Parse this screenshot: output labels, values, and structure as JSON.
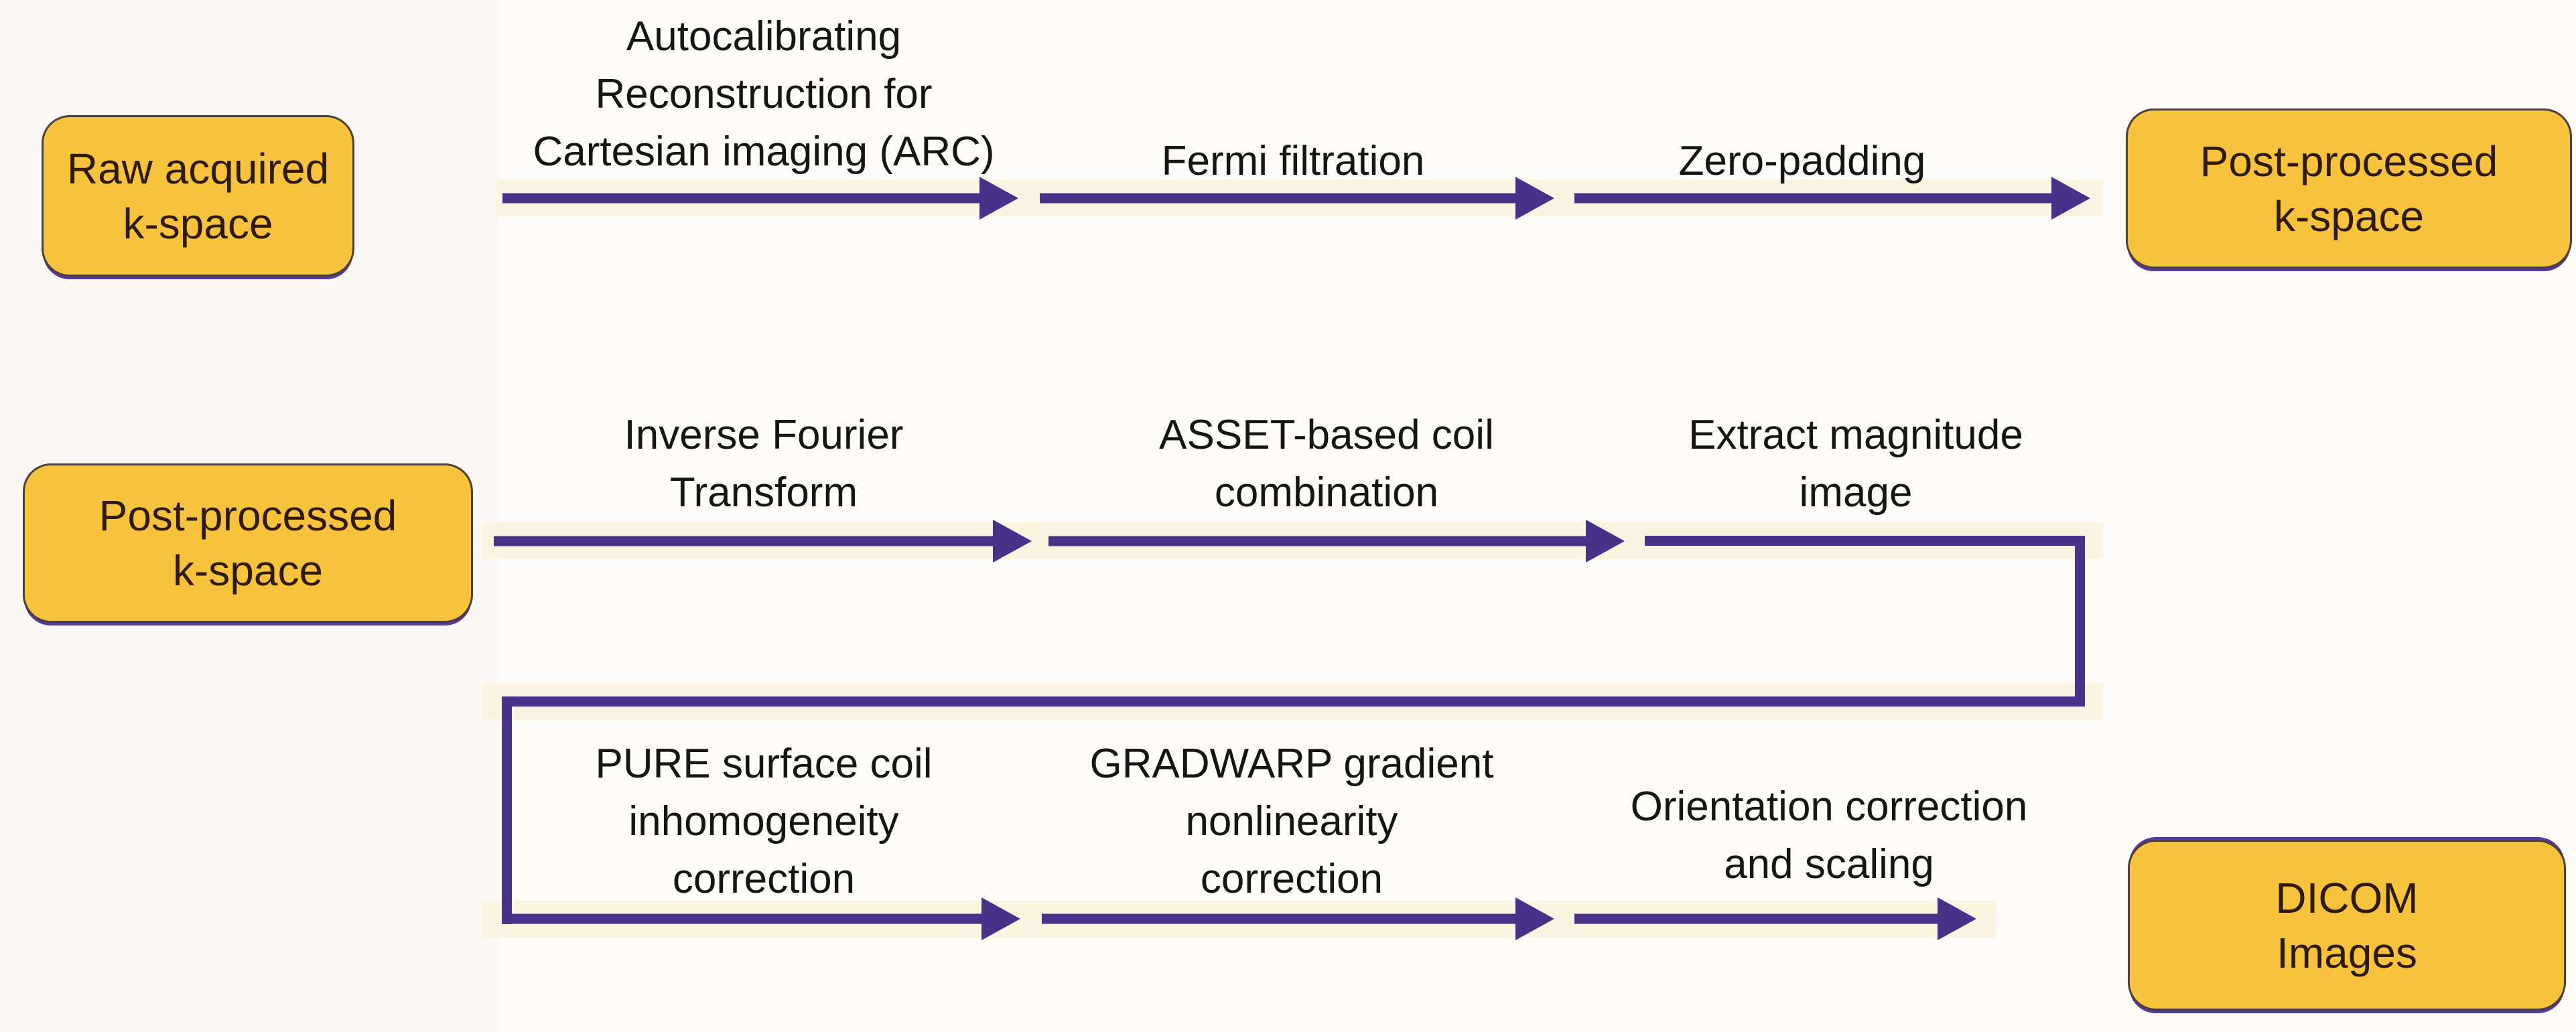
{
  "diagram_title": "MRI k-space to DICOM reconstruction pipeline flowchart",
  "colors": {
    "background": "#fdfcf8",
    "left_band": "#faf7f5",
    "stripe": "#faf4e0",
    "arrow": "#473189",
    "box_fill": "#f8c33c",
    "box_border": "#4d4038",
    "box_accent": "#5636a0",
    "box_text": "#2e1b0e",
    "text": "#151515"
  },
  "boxes": {
    "raw_kspace": {
      "label": "Raw acquired\nk-space"
    },
    "post_processed_top": {
      "label": "Post-processed\nk-space"
    },
    "post_processed_mid": {
      "label": "Post-processed\nk-space"
    },
    "dicom": {
      "label": "DICOM\nImages"
    }
  },
  "row1": {
    "steps": [
      {
        "label": "Autocalibrating\nReconstruction for\nCartesian imaging (ARC)"
      },
      {
        "label": "Fermi filtration"
      },
      {
        "label": "Zero-padding"
      }
    ]
  },
  "row2": {
    "steps": [
      {
        "label": "Inverse Fourier\nTransform"
      },
      {
        "label": "ASSET-based coil\ncombination"
      },
      {
        "label": "Extract magnitude\nimage"
      }
    ]
  },
  "row3": {
    "steps": [
      {
        "label": "PURE surface coil\ninhomogeneity\ncorrection"
      },
      {
        "label": "GRADWARP gradient\nnonlinearity\ncorrection"
      },
      {
        "label": "Orientation correction\nand scaling"
      }
    ]
  }
}
